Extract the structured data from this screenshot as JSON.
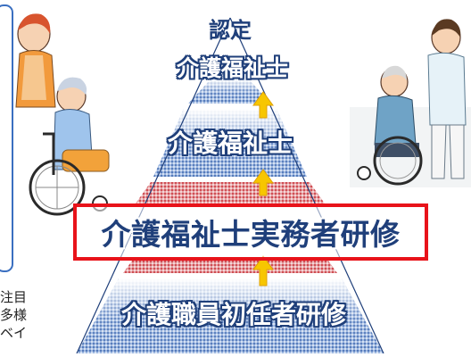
{
  "pyramid": {
    "tiers": [
      {
        "id": "tier-1",
        "line1": "認定",
        "line2": "介護福祉士"
      },
      {
        "id": "tier-2",
        "label": "介護福祉士"
      },
      {
        "id": "tier-3",
        "label": "介護福祉士実務者研修"
      },
      {
        "id": "tier-4",
        "label": "介護職員初任者研修"
      }
    ]
  },
  "side_text": {
    "line1": "注目",
    "line2": "多様",
    "line3": "ベイ"
  },
  "colors": {
    "highlight_border": "#e8131a",
    "label_outline": "#1f3f7a",
    "blue_band": "#6d90c8",
    "red_band": "#d0575c",
    "arrow": "#f7c600"
  }
}
